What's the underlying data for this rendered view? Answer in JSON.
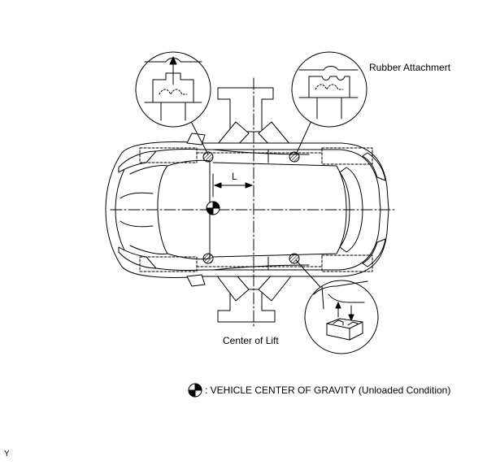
{
  "labels": {
    "rubber_attachment": "Rubber Attachmert",
    "center_of_lift": "Center of Lift",
    "dimension_l": "L",
    "legend": ": VEHICLE CENTER OF GRAVITY (Unloaded Condition)",
    "corner_code": "Y"
  }
}
